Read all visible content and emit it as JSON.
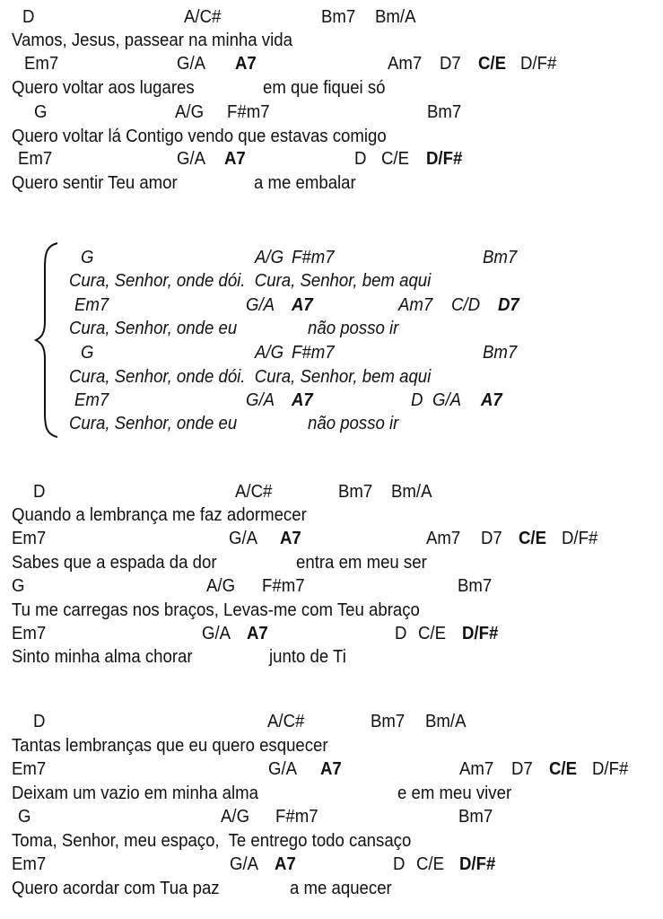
{
  "sections": [
    {
      "name": "verse-1",
      "italic": false,
      "lines": [
        {
          "chords": [
            {
              "text": "D"
            },
            {
              "text": "A/C#"
            },
            {
              "text": "Bm7"
            },
            {
              "text": "Bm/A"
            }
          ],
          "lyrics": [
            "Vamos, Jesus, passear na minha vida"
          ]
        },
        {
          "chords": [
            {
              "text": "Em7"
            },
            {
              "text": "G/A"
            },
            {
              "text": "A7",
              "bold": true
            },
            {
              "text": "Am7"
            },
            {
              "text": "D7"
            },
            {
              "text": "C/E",
              "bold": true
            },
            {
              "text": "D/F#"
            }
          ],
          "lyrics": [
            "Quero voltar aos lugares",
            "em que fiquei só"
          ]
        },
        {
          "chords": [
            {
              "text": "G"
            },
            {
              "text": "A/G"
            },
            {
              "text": "F#m7"
            },
            {
              "text": "Bm7"
            }
          ],
          "lyrics": [
            "Quero voltar lá Contigo vendo que estavas comigo"
          ]
        },
        {
          "chords": [
            {
              "text": "Em7"
            },
            {
              "text": "G/A"
            },
            {
              "text": "A7",
              "bold": true
            },
            {
              "text": "D"
            },
            {
              "text": "C/E"
            },
            {
              "text": "D/F#",
              "bold": true
            }
          ],
          "lyrics": [
            "Quero sentir Teu amor",
            "a me embalar"
          ]
        }
      ]
    },
    {
      "name": "chorus",
      "italic": true,
      "lines": [
        {
          "chords": [
            {
              "text": "G"
            },
            {
              "text": "A/G"
            },
            {
              "text": "F#m7"
            },
            {
              "text": "Bm7"
            }
          ],
          "lyrics": [
            "Cura, Senhor, onde dói.  Cura, Senhor, bem aqui"
          ]
        },
        {
          "chords": [
            {
              "text": "Em7"
            },
            {
              "text": "G/A"
            },
            {
              "text": "A7",
              "bold": true
            },
            {
              "text": "Am7"
            },
            {
              "text": "C/D"
            },
            {
              "text": "D7",
              "bold": true
            }
          ],
          "lyrics": [
            "Cura, Senhor, onde eu",
            "não posso ir"
          ]
        },
        {
          "chords": [
            {
              "text": "G"
            },
            {
              "text": "A/G"
            },
            {
              "text": "F#m7"
            },
            {
              "text": "Bm7"
            }
          ],
          "lyrics": [
            "Cura, Senhor, onde dói.  Cura, Senhor, bem aqui"
          ]
        },
        {
          "chords": [
            {
              "text": "Em7"
            },
            {
              "text": "G/A"
            },
            {
              "text": "A7",
              "bold": true
            },
            {
              "text": "D"
            },
            {
              "text": "G/A"
            },
            {
              "text": "A7",
              "bold": true
            }
          ],
          "lyrics": [
            "Cura, Senhor, onde eu",
            "não posso ir"
          ]
        }
      ]
    },
    {
      "name": "verse-2",
      "italic": false,
      "lines": [
        {
          "chords": [
            {
              "text": "D"
            },
            {
              "text": "A/C#"
            },
            {
              "text": "Bm7"
            },
            {
              "text": "Bm/A"
            }
          ],
          "lyrics": [
            "Quando a lembrança me faz adormecer"
          ]
        },
        {
          "chords": [
            {
              "text": "Em7"
            },
            {
              "text": "G/A"
            },
            {
              "text": "A7",
              "bold": true
            },
            {
              "text": "Am7"
            },
            {
              "text": "D7"
            },
            {
              "text": "C/E",
              "bold": true
            },
            {
              "text": "D/F#"
            }
          ],
          "lyrics": [
            "Sabes que a espada da dor",
            "entra em meu ser"
          ]
        },
        {
          "chords": [
            {
              "text": "G"
            },
            {
              "text": "A/G"
            },
            {
              "text": "F#m7"
            },
            {
              "text": "Bm7"
            }
          ],
          "lyrics": [
            "Tu me carregas nos braços, Levas-me com Teu abraço"
          ]
        },
        {
          "chords": [
            {
              "text": "Em7"
            },
            {
              "text": "G/A"
            },
            {
              "text": "A7",
              "bold": true
            },
            {
              "text": "D"
            },
            {
              "text": "C/E"
            },
            {
              "text": "D/F#",
              "bold": true
            }
          ],
          "lyrics": [
            "Sinto minha alma chorar",
            "junto de Ti"
          ]
        }
      ]
    },
    {
      "name": "verse-3",
      "italic": false,
      "lines": [
        {
          "chords": [
            {
              "text": "D"
            },
            {
              "text": "A/C#"
            },
            {
              "text": "Bm7"
            },
            {
              "text": "Bm/A"
            }
          ],
          "lyrics": [
            "Tantas lembranças que eu quero esquecer"
          ]
        },
        {
          "chords": [
            {
              "text": "Em7"
            },
            {
              "text": "G/A"
            },
            {
              "text": "A7",
              "bold": true
            },
            {
              "text": "Am7"
            },
            {
              "text": "D7"
            },
            {
              "text": "C/E",
              "bold": true
            },
            {
              "text": "D/F#"
            }
          ],
          "lyrics": [
            "Deixam um vazio em minha alma",
            "e em meu viver"
          ]
        },
        {
          "chords": [
            {
              "text": "G"
            },
            {
              "text": "A/G"
            },
            {
              "text": "F#m7"
            },
            {
              "text": "Bm7"
            }
          ],
          "lyrics": [
            "Toma, Senhor, meu espaço,  Te entrego todo cansaço"
          ]
        },
        {
          "chords": [
            {
              "text": "Em7"
            },
            {
              "text": "G/A"
            },
            {
              "text": "A7",
              "bold": true
            },
            {
              "text": "D"
            },
            {
              "text": "C/E"
            },
            {
              "text": "D/F#",
              "bold": true
            }
          ],
          "lyrics": [
            "Quero acordar com Tua paz",
            "a me aquecer"
          ]
        }
      ]
    }
  ]
}
